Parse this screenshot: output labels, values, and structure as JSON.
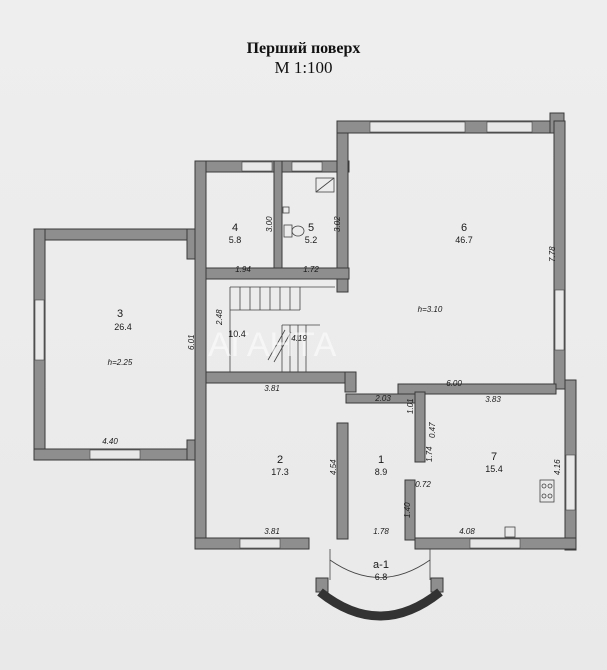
{
  "title": "Перший поверх",
  "scale": "М 1:100",
  "watermark": "АГАНТА",
  "rooms": [
    {
      "number": "1",
      "area": "8.9"
    },
    {
      "number": "2",
      "area": "17.3"
    },
    {
      "number": "3",
      "area": "26.4",
      "height": "h=2.25"
    },
    {
      "number": "4",
      "area": "5.8"
    },
    {
      "number": "5",
      "area": "5.2"
    },
    {
      "number": "6",
      "area": "46.7",
      "height": "h=3.10"
    },
    {
      "number": "7",
      "area": "15.4"
    },
    {
      "number": "а-1",
      "area": "6.8"
    }
  ],
  "stair_area": "10.4",
  "dims": [
    "7.78",
    "6.01",
    "4.40",
    "3.81",
    "2.03",
    "6.00",
    "3.83",
    "4.54",
    "3.81",
    "1.78",
    "4.08",
    "4.16",
    "1.94",
    "1.72",
    "3.00",
    "3.02",
    "4.19",
    "2.48",
    "1.01",
    "0.47",
    "1.74",
    "0.72",
    "1.40"
  ]
}
